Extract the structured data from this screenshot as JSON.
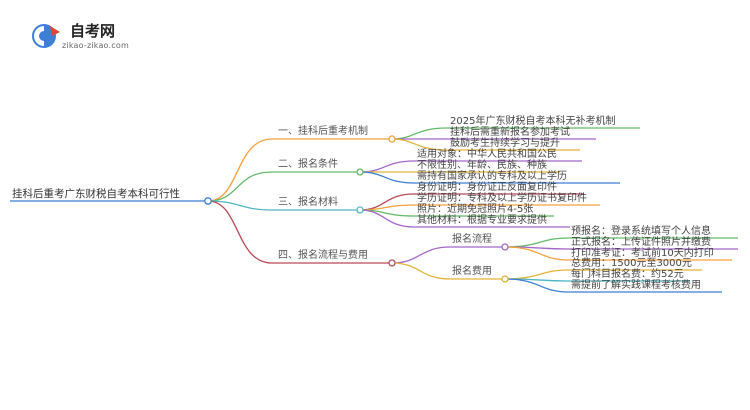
{
  "brand": {
    "name": "自考网",
    "url": "zikao-zikao.com"
  },
  "colors": {
    "orange": "#f5a03a",
    "green": "#64b96a",
    "purple": "#a468c9",
    "blue": "#3c7fd4",
    "darkred": "#b84a5a",
    "teal": "#4fb6c4",
    "gold": "#e3b43a"
  },
  "root": "挂科后重考广东财税自考本科可行性",
  "branches": [
    {
      "label": "一、挂科后重考机制",
      "items": [
        "2025年广东财税自考本科无补考机制",
        "挂科后需重新报名参加考试",
        "鼓励考生持续学习与提升"
      ]
    },
    {
      "label": "二、报名条件",
      "items": [
        "适用对象：中华人民共和国公民",
        "不限性别、年龄、民族、种族",
        "需持有国家承认的专科及以上学历"
      ]
    },
    {
      "label": "三、报名材料",
      "items": [
        "身份证明：身份证正反面复印件",
        "学历证明：专科及以上学历证书复印件",
        "照片：近期免冠照片4-5张",
        "其他材料：根据专业要求提供"
      ]
    },
    {
      "label": "四、报名流程与费用",
      "subs": [
        {
          "label": "报名流程",
          "items": [
            "预报名：登录系统填写个人信息",
            "正式报名：上传证件照片并缴费",
            "打印准考证：考试前10天内打印"
          ]
        },
        {
          "label": "报名费用",
          "items": [
            "总费用：1500元至3000元",
            "每门科目报名费：约52元",
            "需提前了解实践课程考核费用"
          ]
        }
      ]
    }
  ]
}
